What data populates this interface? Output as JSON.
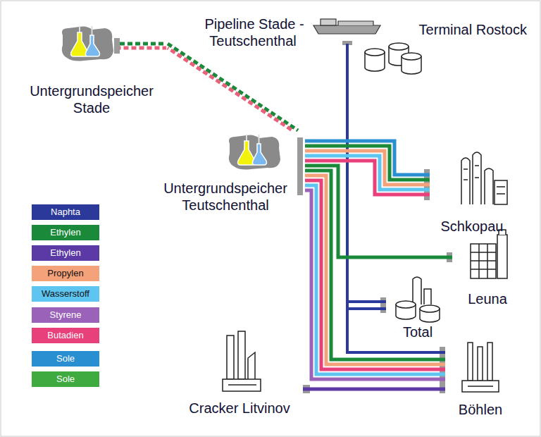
{
  "diagram": {
    "nodes": [
      {
        "text": [
          "Untergrundspeicher Stade"
        ]
      },
      {
        "text": [
          "Terminal Rostock"
        ]
      },
      {
        "text": [
          "Untergrundspeicher Teutschenthal"
        ]
      },
      {
        "text": [
          "Schkopau"
        ]
      },
      {
        "text": [
          "Leuna"
        ]
      },
      {
        "text": [
          "Total"
        ]
      },
      {
        "text": [
          "Cracker Litvinov"
        ]
      },
      {
        "text": [
          "Böhlen"
        ]
      }
    ],
    "edges": [
      {
        "from": 0,
        "to": 2,
        "arrow": "none",
        "label": "Pipeline Stade - Teutschenthal"
      },
      {
        "from": 1,
        "to": 7,
        "arrow": "none"
      },
      {
        "from": 1,
        "to": 5,
        "arrow": "none"
      },
      {
        "from": 2,
        "to": 3,
        "arrow": "none"
      },
      {
        "from": 2,
        "to": 4,
        "arrow": "none"
      },
      {
        "from": 2,
        "to": 7,
        "arrow": "none"
      },
      {
        "from": 6,
        "to": 7,
        "arrow": "none"
      }
    ],
    "legend": [
      {
        "text": "Naphta",
        "color": "#2b3a9a"
      },
      {
        "text": "Ethylen",
        "color": "#1a8a3a"
      },
      {
        "text": "Ethylen",
        "color": "#5b3aa6"
      },
      {
        "text": "Propylen",
        "color": "#f4a27a"
      },
      {
        "text": "Wasserstoff",
        "color": "#5ec4f0"
      },
      {
        "text": "Styrene",
        "color": "#9a62b8"
      },
      {
        "text": "Butadien",
        "color": "#e8407a"
      },
      {
        "text": "Sole",
        "color": "#2a8fd0"
      },
      {
        "text": "Sole",
        "color": "#3faa3f"
      }
    ]
  }
}
